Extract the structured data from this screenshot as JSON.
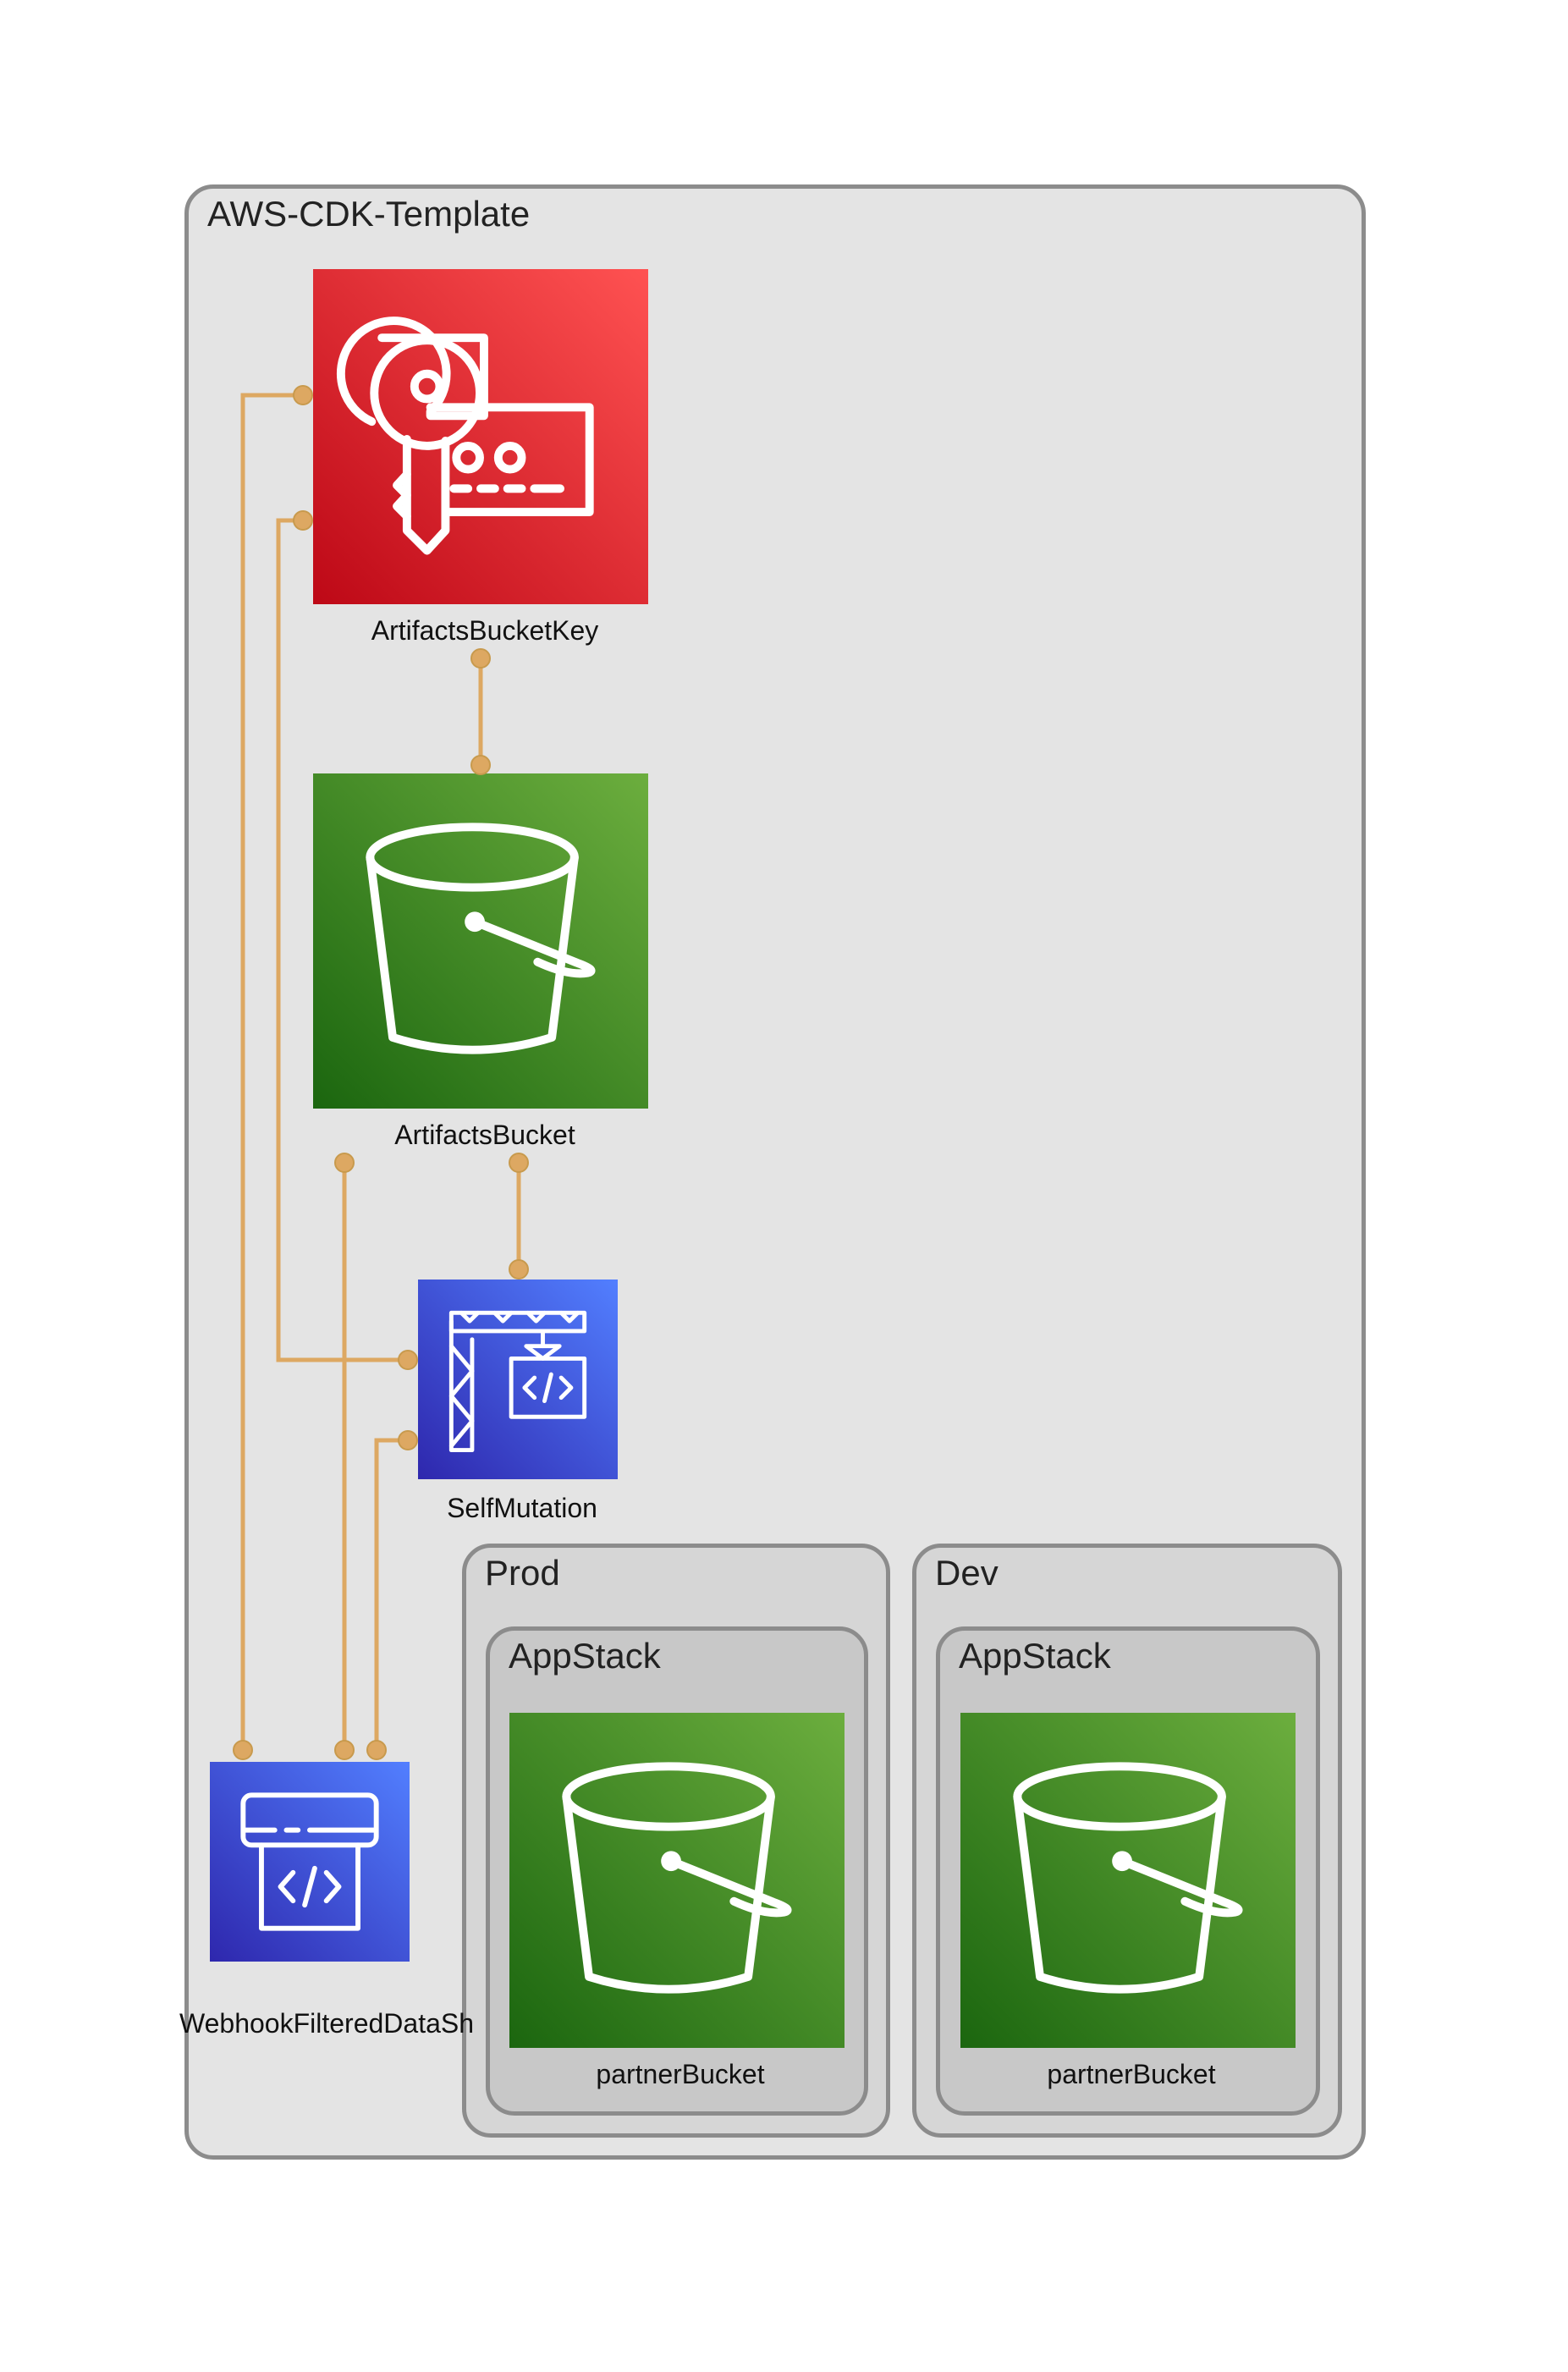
{
  "diagram": {
    "root_cluster": {
      "title": "AWS-CDK-Template"
    },
    "env_clusters": [
      {
        "title": "Prod",
        "stack_title": "AppStack",
        "bucket_label": "partnerBucket"
      },
      {
        "title": "Dev",
        "stack_title": "AppStack",
        "bucket_label": "partnerBucket"
      }
    ],
    "nodes": {
      "key": {
        "label": "ArtifactsBucketKey",
        "service": "kms-key-icon"
      },
      "bucket": {
        "label": "ArtifactsBucket",
        "service": "s3-bucket-icon"
      },
      "mutation": {
        "label": "SelfMutation",
        "service": "codebuild-icon"
      },
      "webhook": {
        "label": "WebhookFilteredDataSh",
        "service": "codebuild-project-icon"
      }
    },
    "edges": [
      {
        "from": "ArtifactsBucketKey",
        "to": "ArtifactsBucket"
      },
      {
        "from": "ArtifactsBucket",
        "to": "SelfMutation"
      },
      {
        "from": "ArtifactsBucketKey",
        "to": "WebhookFilteredDataSh"
      },
      {
        "from": "ArtifactsBucketKey",
        "to": "SelfMutation"
      },
      {
        "from": "ArtifactsBucket",
        "to": "WebhookFilteredDataSh"
      },
      {
        "from": "SelfMutation",
        "to": "WebhookFilteredDataSh"
      }
    ],
    "colors": {
      "edge": "#dda862",
      "kms_red": "#d6242d",
      "s3_green": "#3f8624",
      "codebuild_blue": "#3b48cc"
    }
  }
}
